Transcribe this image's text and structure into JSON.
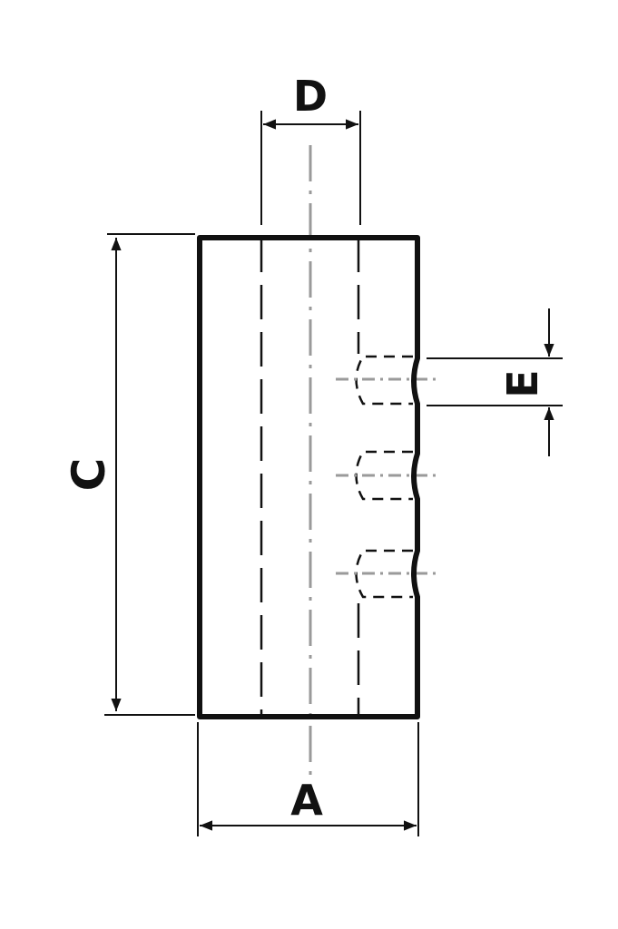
{
  "dimension_labels": {
    "top_width": "D",
    "height": "C",
    "groove_pitch": "E",
    "bottom_width": "A"
  },
  "colors": {
    "outline": "#111111",
    "centerline": "#9a9a9a",
    "background": "#ffffff"
  }
}
